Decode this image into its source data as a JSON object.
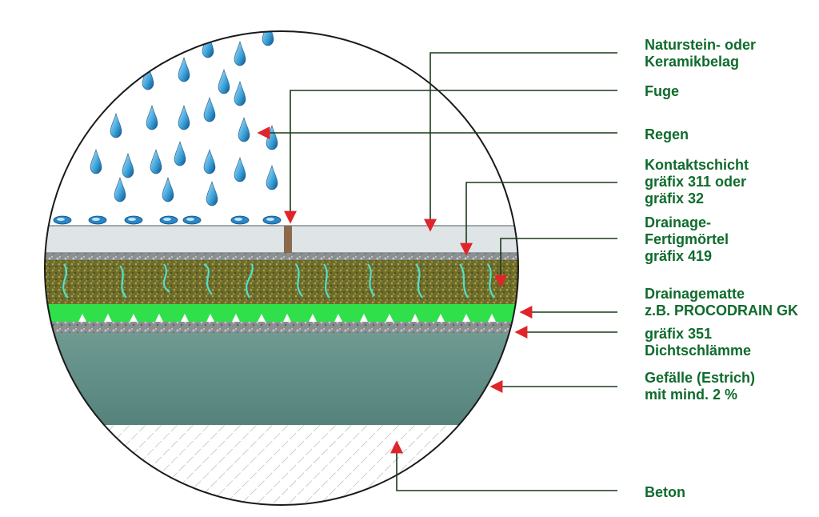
{
  "colors": {
    "label_text": "#0f6b2c",
    "leader_line": "#1a3a1a",
    "arrow": "#e0252a",
    "tile": "#dde3e6",
    "mortar": "#6b6a2a",
    "drainage_mat": "#2fe04a",
    "screed": "#5d8a82",
    "concrete_hatch": "#9aa3a0",
    "rain_drop": "#3aa0d8"
  },
  "labels": [
    {
      "id": "naturstein",
      "text": "Naturstein- oder\nKeramikbelag"
    },
    {
      "id": "fuge",
      "text": "Fuge"
    },
    {
      "id": "regen",
      "text": "Regen"
    },
    {
      "id": "kontakt",
      "text": "Kontaktschicht\ngräfix 311 oder\ngräfix 32"
    },
    {
      "id": "drainage_moertel",
      "text": "Drainage-\nFertigmörtel\ngräfix 419"
    },
    {
      "id": "drainagematte",
      "text": "Drainagematte\nz.B. PROCODRAIN GK"
    },
    {
      "id": "dichtschlaemme",
      "text": "gräfix 351\nDichtschlämme"
    },
    {
      "id": "gefaelle",
      "text": "Gefälle (Estrich)\nmit mind. 2 %"
    },
    {
      "id": "beton",
      "text": "Beton"
    }
  ]
}
